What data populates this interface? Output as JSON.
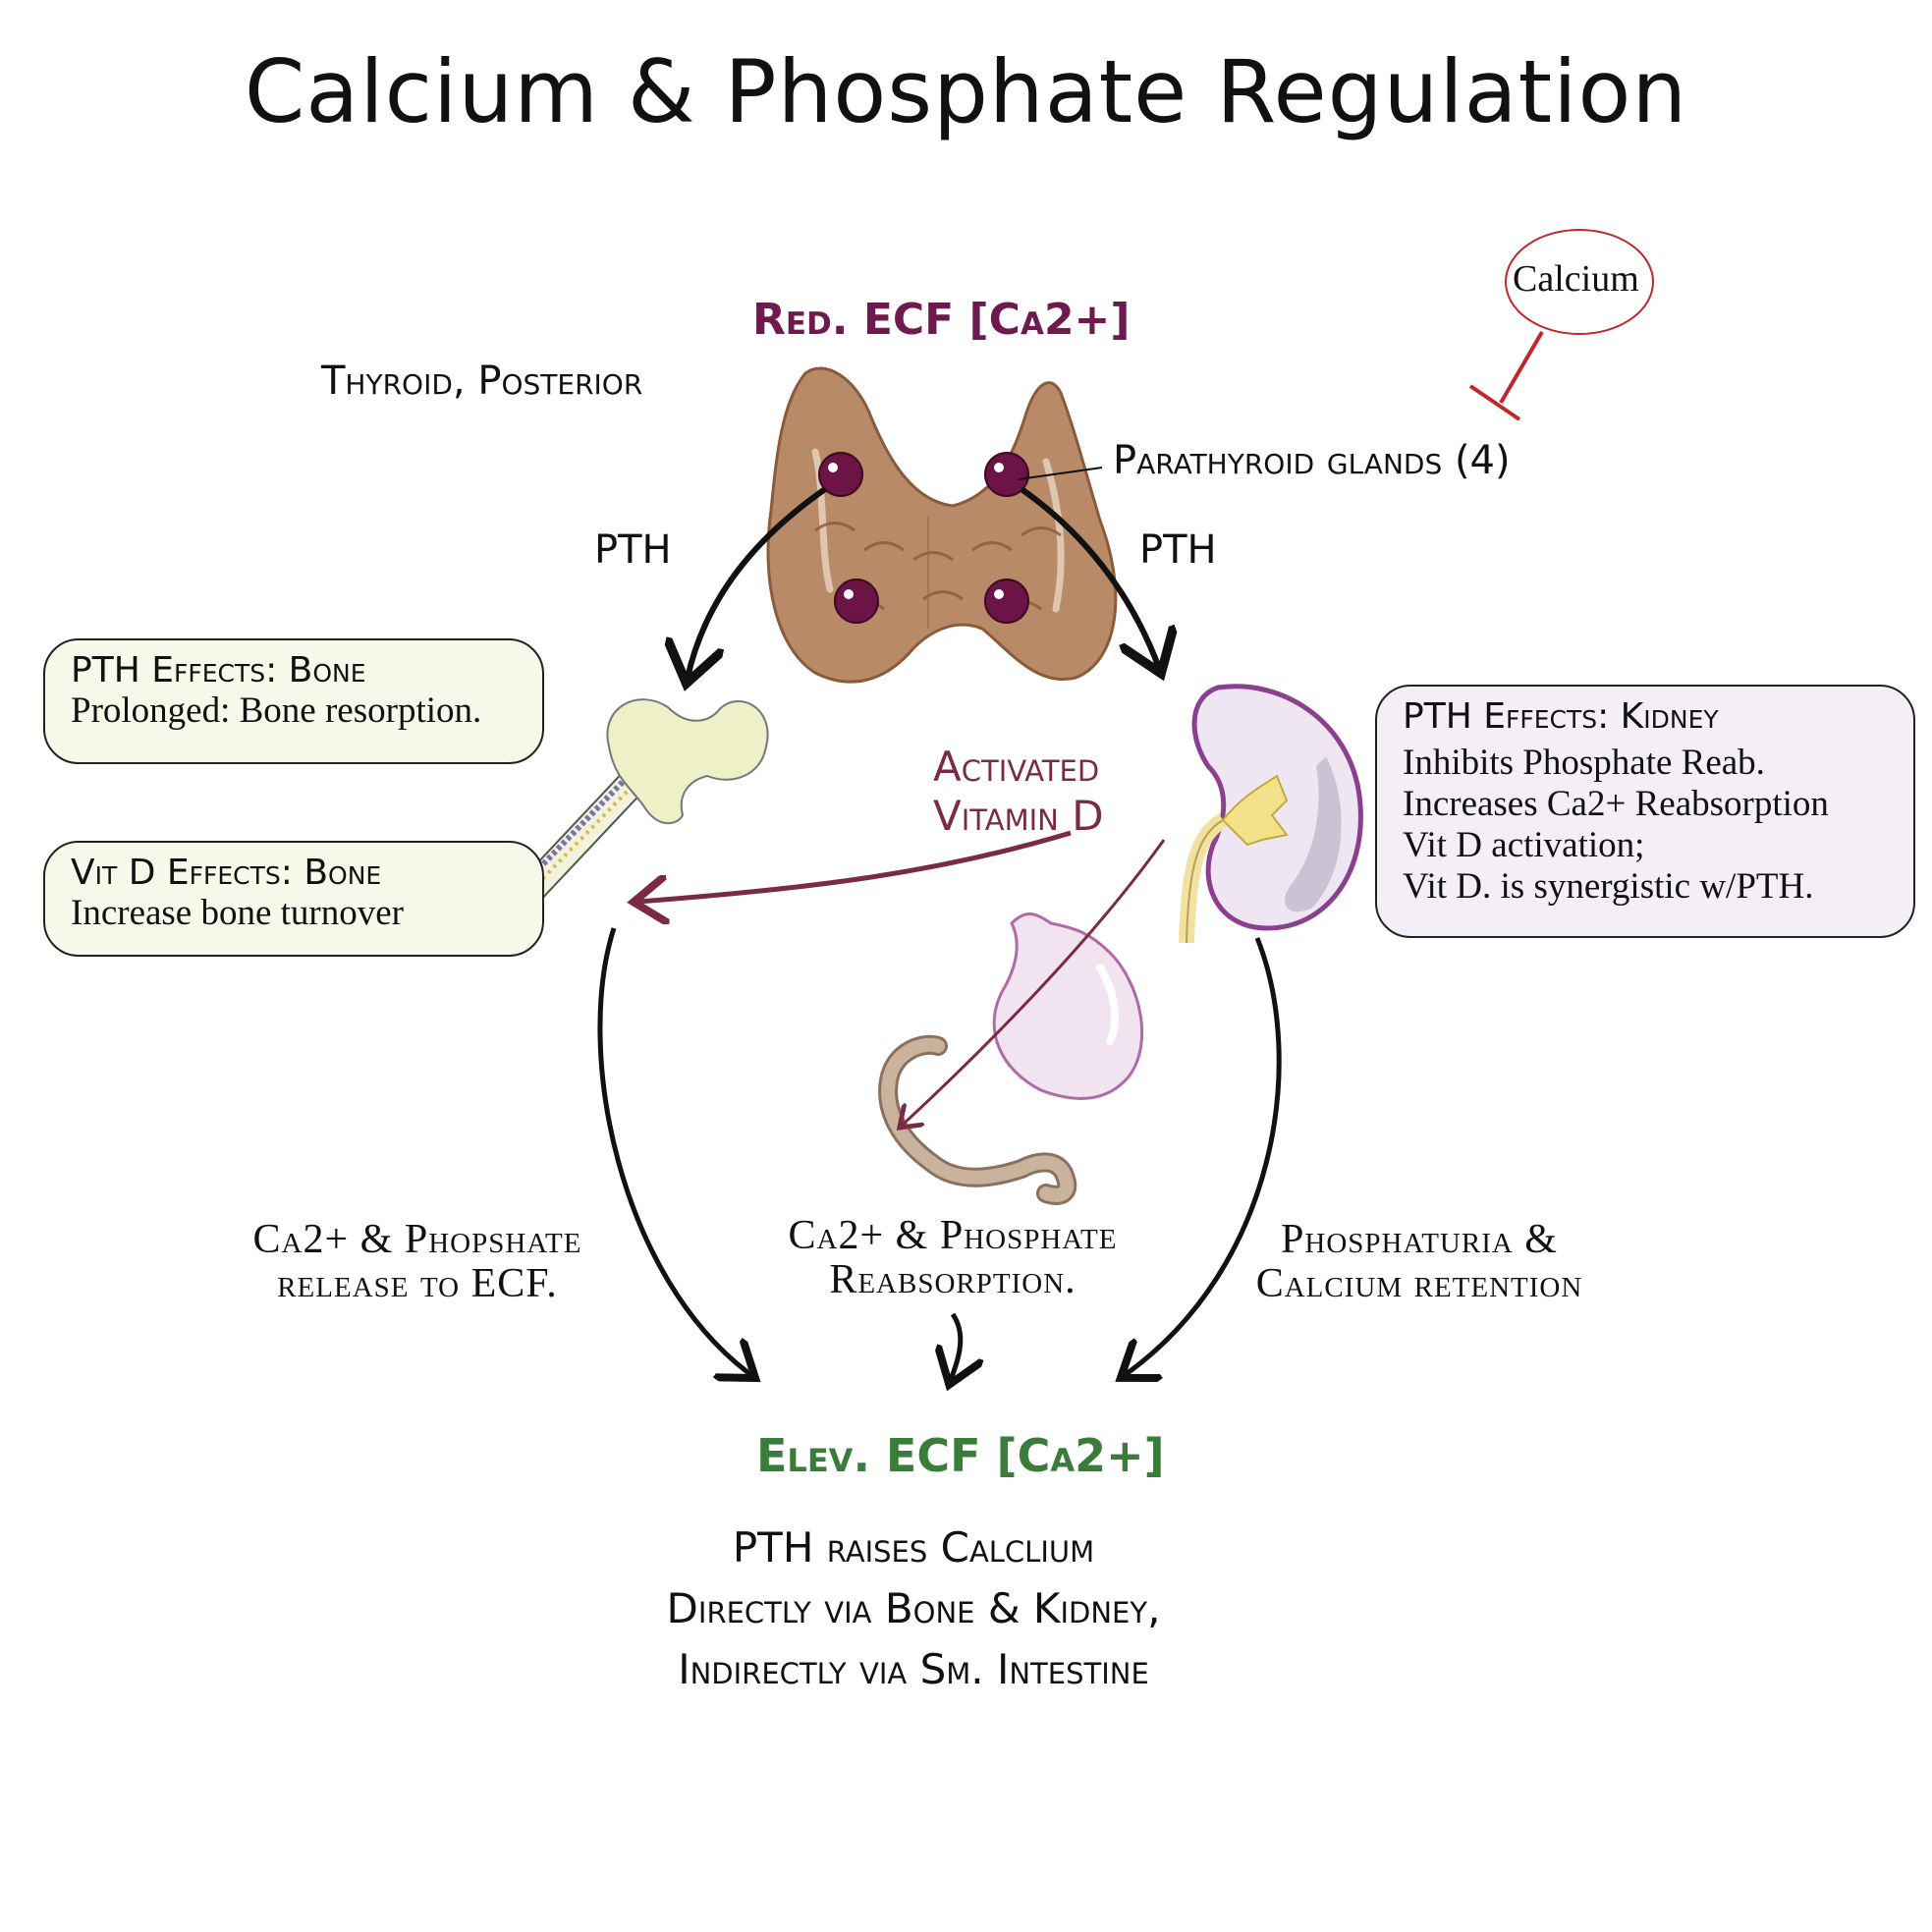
{
  "title": "Calcium & Phosphate Regulation",
  "top_condition": "Red. ECF  [Ca2+]",
  "thyroid_label": "Thyroid, Posterior",
  "parathyroid_label": "Parathyroid glands (4)",
  "inhibitor_label": "Calcium",
  "pth_left": "PTH",
  "pth_right": "PTH",
  "vitamin_d": {
    "line1": "Activated",
    "line2": "Vitamin D"
  },
  "bone_pth_box": {
    "heading": "PTH Effects: Bone",
    "lines": [
      "Prolonged: Bone resorption."
    ]
  },
  "bone_vitd_box": {
    "heading": "Vit D Effects: Bone",
    "lines": [
      "Increase bone turnover"
    ]
  },
  "kidney_box": {
    "heading": "PTH Effects: Kidney",
    "lines": [
      "Inhibits Phosphate Reab.",
      "Increases Ca2+ Reabsorption",
      "Vit D activation;",
      "Vit D. is synergistic w/PTH."
    ]
  },
  "bone_outcome": {
    "line1": "Ca2+ & Phopshate",
    "line2": "release to ECF."
  },
  "intestine_outcome": {
    "line1": "Ca2+ & Phosphate",
    "line2": "Reabsorption."
  },
  "kidney_outcome": {
    "line1": "Phosphaturia &",
    "line2": "Calcium retention"
  },
  "result": "Elev. ECF  [Ca2+]",
  "summary": [
    "PTH raises Calclium",
    "Directly via Bone & Kidney,",
    "Indirectly via Sm. Intestine"
  ],
  "colors": {
    "reduced": "#6e1a4e",
    "elevated": "#3a7d3a",
    "vitd": "#7a2a45",
    "inhibit": "#c0272d",
    "thyroid": "#b98a67",
    "gland": "#6b1445",
    "kidney": "#efe6f3"
  }
}
